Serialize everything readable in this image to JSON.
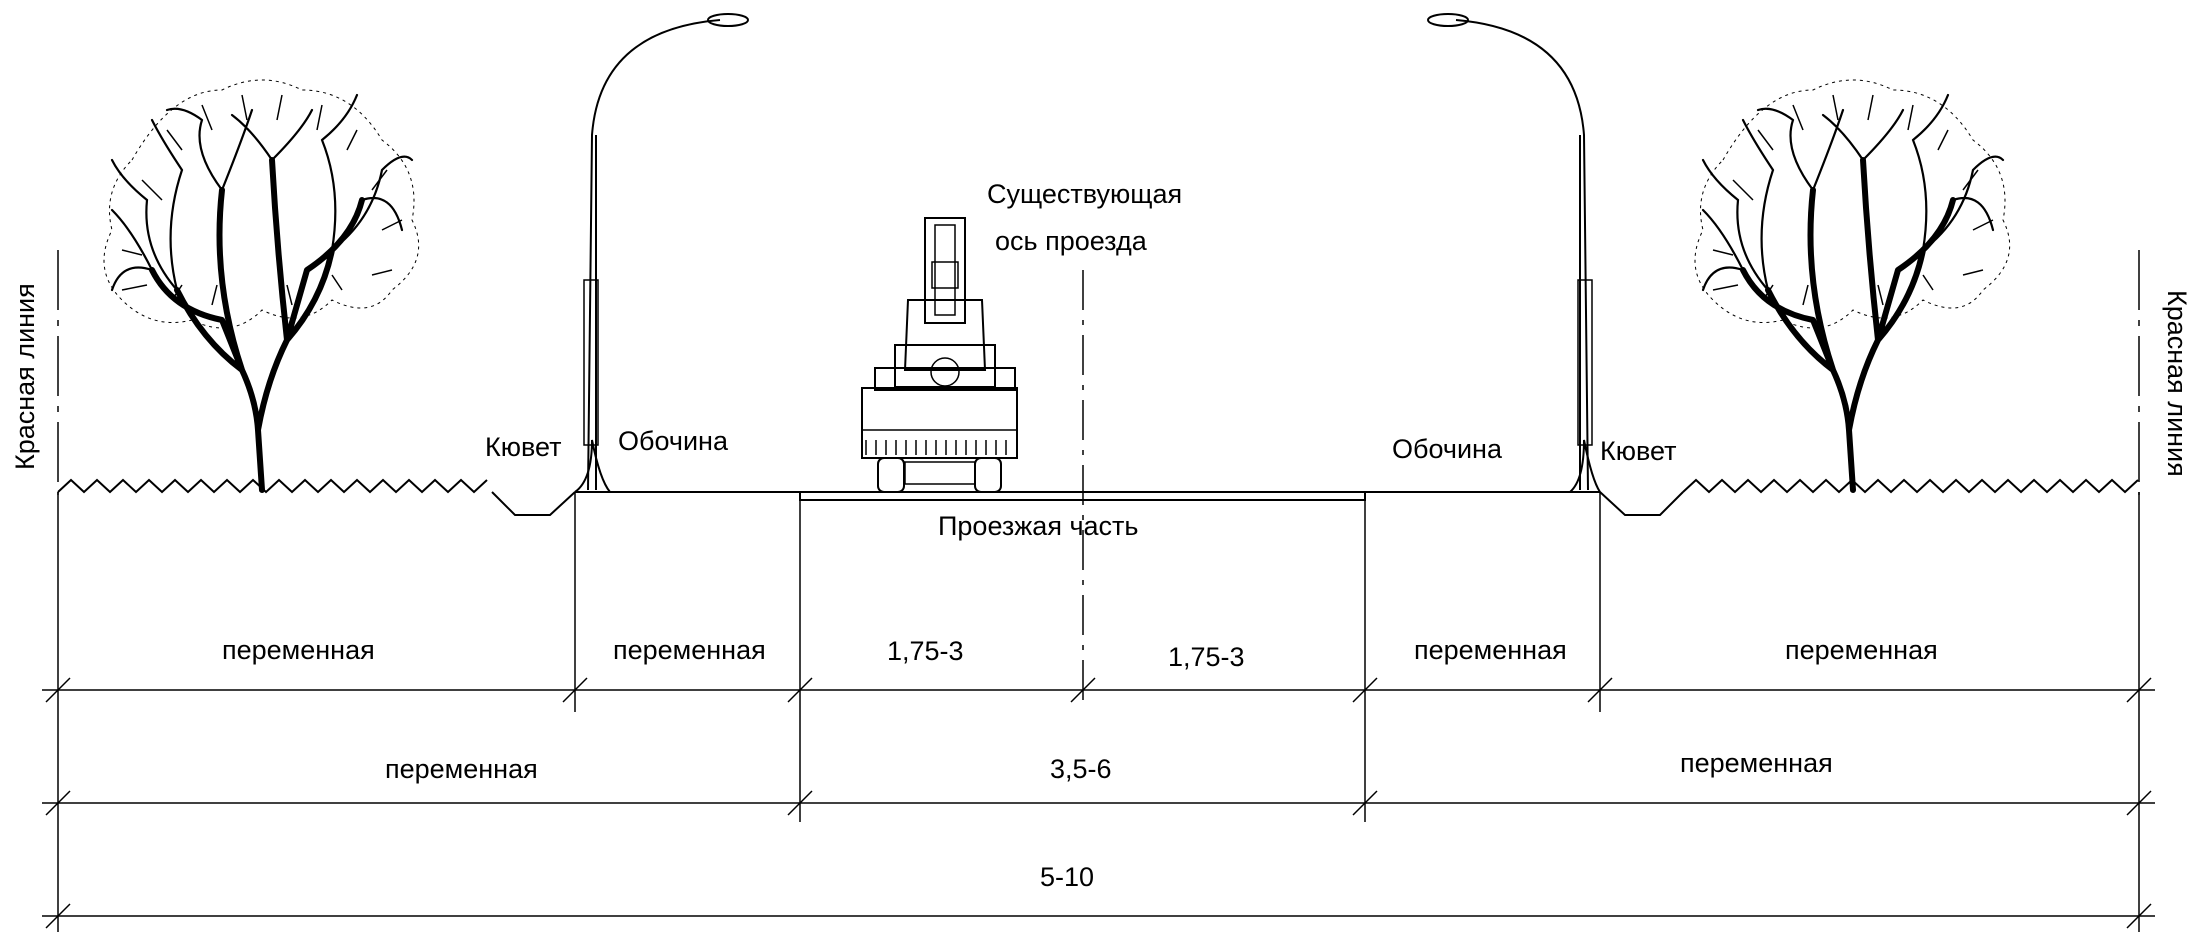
{
  "labels": {
    "red_line_left": "Красная линия",
    "red_line_right": "Красная линия",
    "ditch_left": "Кювет",
    "ditch_right": "Кювет",
    "shoulder_left": "Обочина",
    "shoulder_right": "Обочина",
    "axis_line1": "Существующая",
    "axis_line2": "ось проезда",
    "carriageway": "Проезжая часть"
  },
  "dimensions": {
    "row1": [
      "переменная",
      "переменная",
      "1,75-3",
      "1,75-3",
      "переменная",
      "переменная"
    ],
    "row2": [
      "переменная",
      "3,5-6",
      "переменная"
    ],
    "row3": "5-10"
  },
  "colors": {
    "line": "#000000",
    "background": "#ffffff"
  },
  "icons": [
    "tree-icon",
    "street-lamp-icon",
    "excavator-icon"
  ]
}
